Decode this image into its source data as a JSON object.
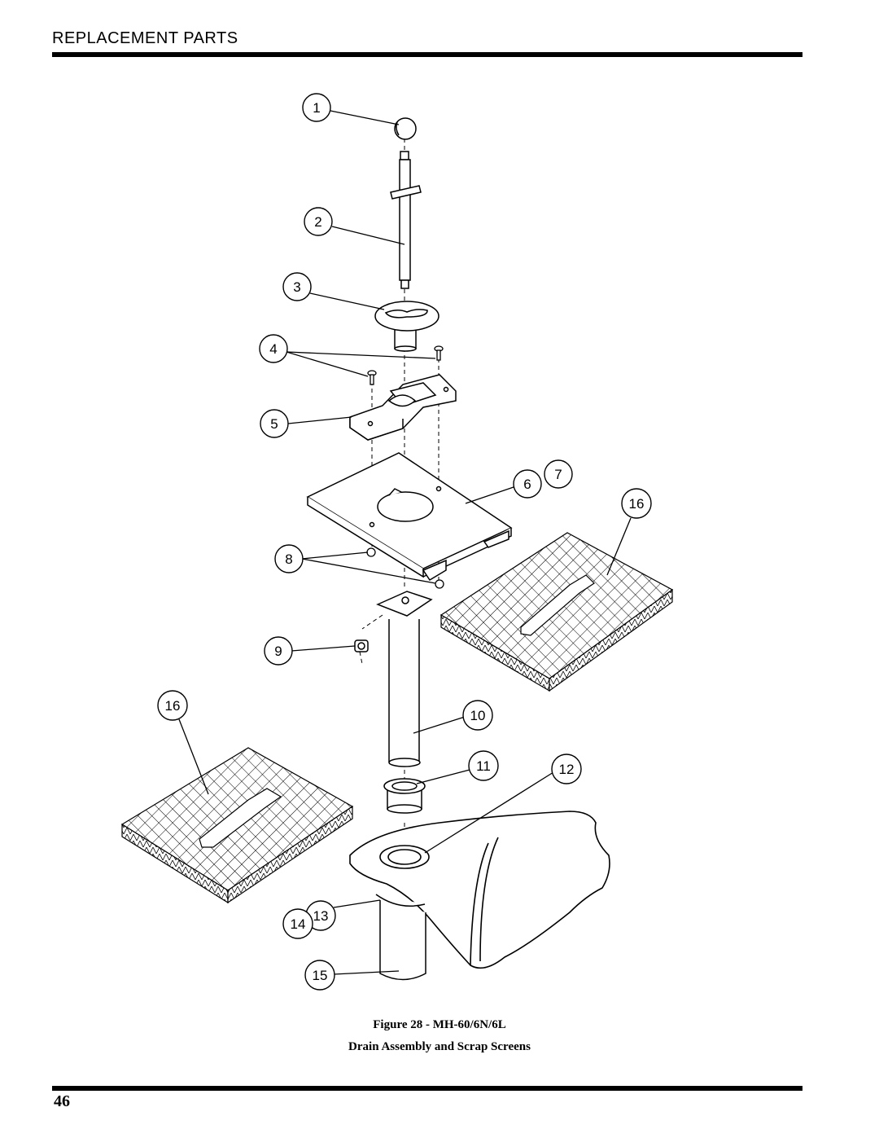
{
  "header": {
    "title": "REPLACEMENT PARTS"
  },
  "figure": {
    "caption_line1": "Figure 28 -  MH-60/6N/6L",
    "caption_line2": "Drain Assembly and Scrap Screens"
  },
  "callouts": [
    "1",
    "2",
    "3",
    "4",
    "5",
    "6",
    "7",
    "8",
    "9",
    "10",
    "11",
    "12",
    "13",
    "14",
    "15",
    "16",
    "16"
  ],
  "page_number": "46"
}
